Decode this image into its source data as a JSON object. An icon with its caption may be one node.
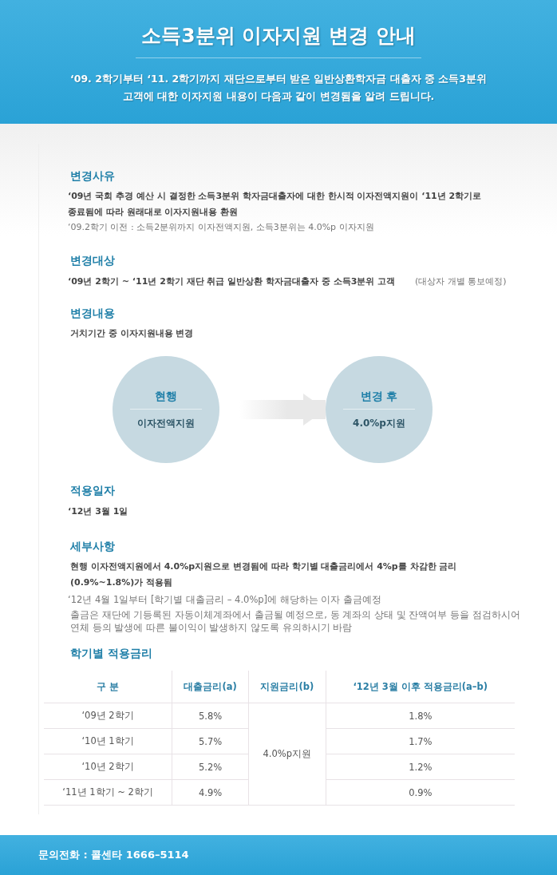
{
  "diagram": {
    "title": "소득3분위 이자지원 변경 안내",
    "nodes": [
      {
        "text": [
          "현행",
          "이자전액지원"
        ]
      },
      {
        "text": [
          "변경 후",
          "4.0%p지원"
        ]
      }
    ],
    "edges": [
      {
        "from": 0,
        "to": 1,
        "arrow": "to"
      }
    ],
    "labels": [
      "‘09. 2학기부터 ‘11. 2학기까지 재단으로부터 받은 일반상환학자금 대출자 중 소득3분위 고객에 대한 이자지원 내용이 다음과 같이 변경됨을 알려 드립니다.",
      "변경사유",
      "‘09년 국회 추경 예산 시 결정한 소득3분위 학자금대출자에 대한 한시적 이자전액지원이 ‘11년 2학기로 종료됨에 따라 원래대로 이자지원내용 환원",
      "‘09.2학기 이전 : 소득2분위까지 이자전액지원, 소득3분위는 4.0%p 이자지원",
      "변경대상",
      "‘09년 2학기 ~ ‘11년 2학기 재단 취급 일반상환 학자금대출자 중 소득3분위 고객",
      "(대상자 개별 통보예정)",
      "변경내용",
      "거치기간 중 이자지원내용 변경",
      "적용일자",
      "‘12년 3월 1일",
      "세부사항",
      "**현행 이자전액지원에서 4.0%p지원으로 변경됨에 따라 학기별 대출금리에서 4%p를 차감한 금리**(0.9%~1.8%)**가 적용됨**",
      "‘12년 4월 1일부터 [학기별 대출금리 – 4.0%p]에 해당하는 이자 출금예정",
      "출금은 재단에 기등록된 자동이체계좌에서 출금될 예정으로, 동 계좌의 상태 및 잔액여부 등을 점검하시어 연체 등의 발생에 따른 불이익이 발생하지 않도록 유의하시기 바람",
      "학기별 적용금리",
      "구 분",
      "대출금리(a)",
      "지원금리(b)",
      "‘12년 3월 이후 적용금리(a–b)",
      "‘09년 2학기",
      "5.8%",
      "4.0%p지원",
      "1.8%",
      "‘10년 1학기",
      "5.7%",
      "1.7%",
      "‘10년 2학기",
      "5.2%",
      "1.2%",
      "‘11년 1학기 ~ 2학기",
      "4.9%",
      "0.9%",
      "문의전화 : 콜센타 1666–5114"
    ]
  }
}
